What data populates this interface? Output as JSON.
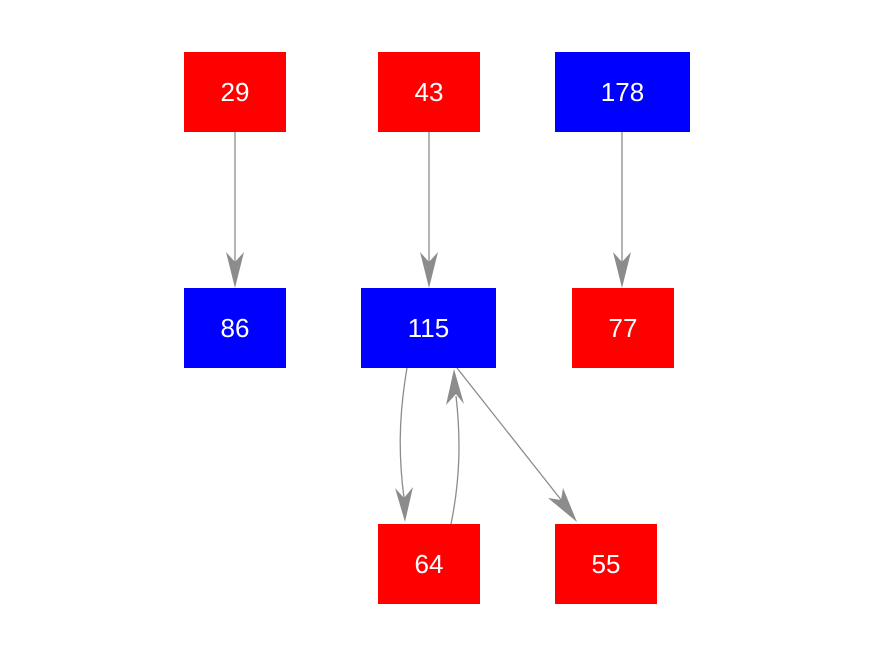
{
  "diagram": {
    "colors": {
      "red": "#ff0000",
      "blue": "#0000ff",
      "edge": "#8c8c8c",
      "label": "#ffffff"
    },
    "nodes": [
      {
        "id": "n29",
        "label": "29",
        "color": "red"
      },
      {
        "id": "n43",
        "label": "43",
        "color": "red"
      },
      {
        "id": "n178",
        "label": "178",
        "color": "blue"
      },
      {
        "id": "n86",
        "label": "86",
        "color": "blue"
      },
      {
        "id": "n115",
        "label": "115",
        "color": "blue"
      },
      {
        "id": "n77",
        "label": "77",
        "color": "red"
      },
      {
        "id": "n64",
        "label": "64",
        "color": "red"
      },
      {
        "id": "n55",
        "label": "55",
        "color": "red"
      }
    ],
    "edges": [
      {
        "from": "29",
        "to": "86"
      },
      {
        "from": "43",
        "to": "115"
      },
      {
        "from": "178",
        "to": "77"
      },
      {
        "from": "115",
        "to": "64"
      },
      {
        "from": "64",
        "to": "115"
      },
      {
        "from": "115",
        "to": "55"
      }
    ]
  }
}
